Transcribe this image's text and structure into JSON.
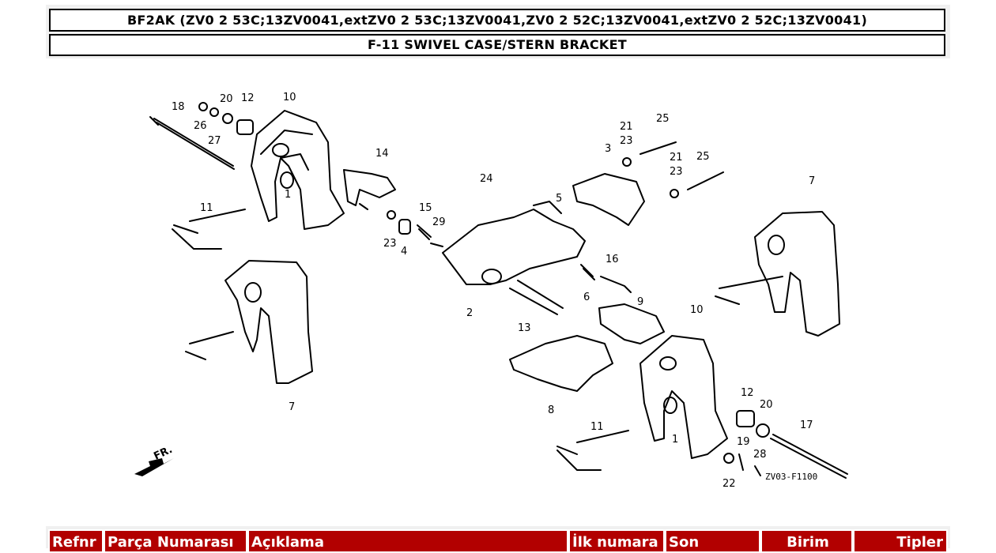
{
  "header": {
    "model_line": "BF2AK (ZV0 2 53C;13ZV0041,extZV0 2 53C;13ZV0041,ZV0 2 52C;13ZV0041,extZV0 2 52C;13ZV0041)",
    "section_title": "F-11 SWIVEL CASE/STERN BRACKET"
  },
  "diagram": {
    "part_labels": [
      "1",
      "2",
      "3",
      "4",
      "5",
      "6",
      "7",
      "8",
      "9",
      "10",
      "11",
      "12",
      "13",
      "14",
      "15",
      "16",
      "17",
      "18",
      "19",
      "20",
      "21",
      "22",
      "23",
      "24",
      "25",
      "26",
      "27",
      "28",
      "29"
    ],
    "direction_label": "FR.",
    "reference_code": "ZV03-F1100"
  },
  "table": {
    "headers": [
      "Refnr",
      "Parça Numarası",
      "Açıklama",
      "İlk numara",
      "Son",
      "Birim",
      "Tipler"
    ]
  },
  "colors": {
    "header_bg": "#b20000",
    "header_text": "#ffffff"
  }
}
